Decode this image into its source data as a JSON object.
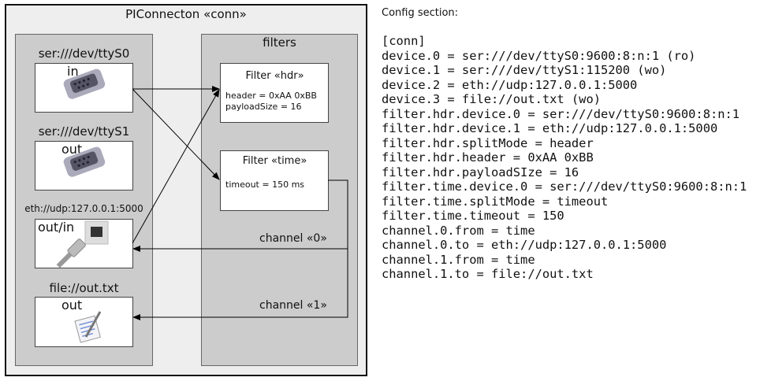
{
  "diagram": {
    "title": "PIConnecton «conn»",
    "filters_title": "filters",
    "devices": [
      {
        "label": "ser:///dev/ttyS0",
        "mode": "in",
        "icon": "serial-port-icon"
      },
      {
        "label": "ser:///dev/ttyS1",
        "mode": "out",
        "icon": "serial-port-icon"
      },
      {
        "label": "eth://udp:127.0.0.1:5000",
        "mode": "out/in",
        "icon": "ethernet-icon"
      },
      {
        "label": "file://out.txt",
        "mode": "out",
        "icon": "text-file-icon"
      }
    ],
    "filters": [
      {
        "title": "Filter «hdr»",
        "params": [
          "header = 0xAA 0xBB",
          "payloadSize = 16"
        ]
      },
      {
        "title": "Filter «time»",
        "params": [
          "timeout = 150 ms"
        ]
      }
    ],
    "channels": [
      "channel «0»",
      "channel «1»"
    ]
  },
  "config": {
    "heading": "Config section:",
    "lines": [
      "[conn]",
      "device.0 = ser:///dev/ttyS0:9600:8:n:1 (ro)",
      "device.1 = ser:///dev/ttyS1:115200 (wo)",
      "device.2 = eth://udp:127.0.0.1:5000",
      "device.3 = file://out.txt (wo)",
      "filter.hdr.device.0 = ser:///dev/ttyS0:9600:8:n:1",
      "filter.hdr.device.1 = eth://udp:127.0.0.1:5000",
      "filter.hdr.splitMode = header",
      "filter.hdr.header = 0xAA 0xBB",
      "filter.hdr.payloadSIze = 16",
      "filter.time.device.0 = ser:///dev/ttyS0:9600:8:n:1",
      "filter.time.splitMode = timeout",
      "filter.time.timeout = 150",
      "channel.0.from = time",
      "channel.0.to = eth://udp:127.0.0.1:5000",
      "channel.1.from = time",
      "channel.1.to = file://out.txt"
    ]
  }
}
